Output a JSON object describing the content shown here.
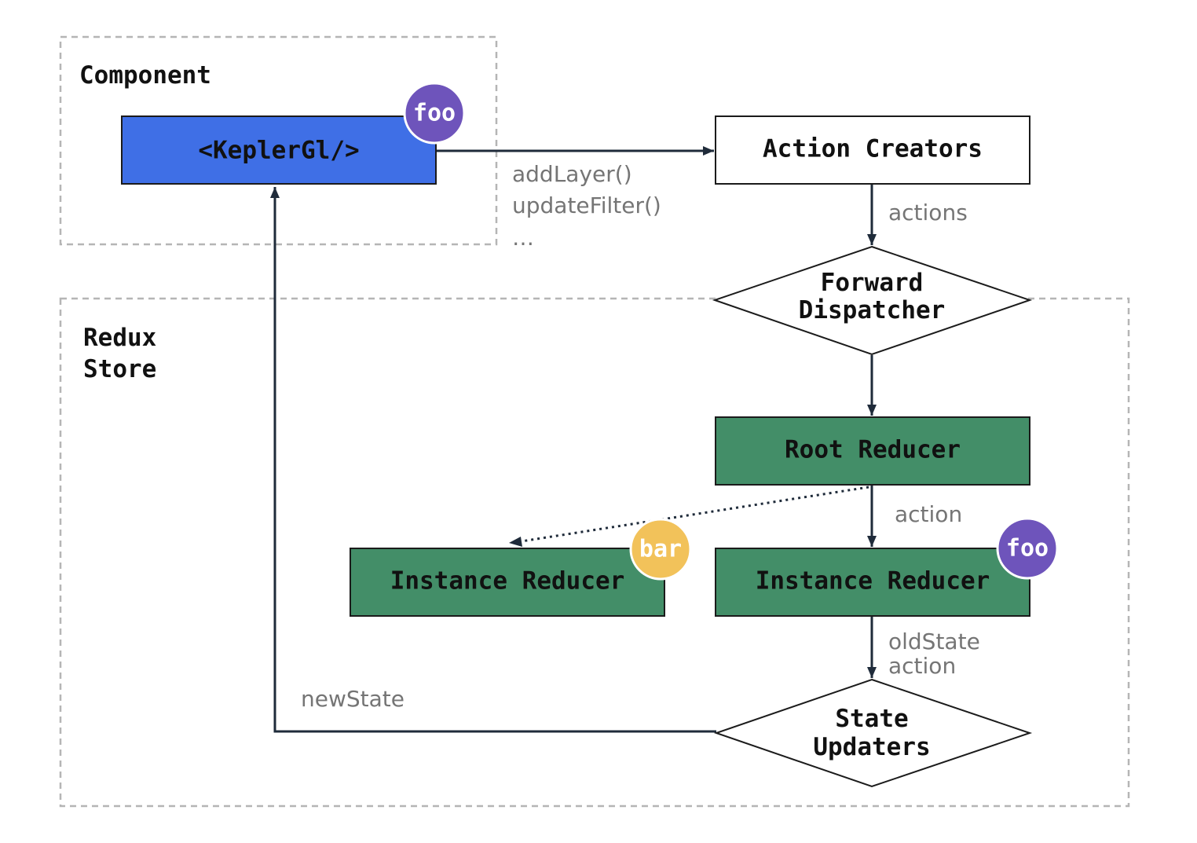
{
  "regions": {
    "component": {
      "label": "Component"
    },
    "redux_store": {
      "label_line1": "Redux",
      "label_line2": "Store"
    }
  },
  "nodes": {
    "keplergl": {
      "label": "<KeplerGl/>",
      "badge": "foo"
    },
    "action_creators": {
      "label": "Action Creators"
    },
    "forward_dispatcher": {
      "label_line1": "Forward",
      "label_line2": "Dispatcher"
    },
    "root_reducer": {
      "label": "Root Reducer"
    },
    "instance_reducer_bar": {
      "label": "Instance Reducer",
      "badge": "bar"
    },
    "instance_reducer_foo": {
      "label": "Instance Reducer",
      "badge": "foo"
    },
    "state_updaters": {
      "label_line1": "State",
      "label_line2": "Updaters"
    }
  },
  "edges": {
    "component_to_actions": {
      "line1": "addLayer()",
      "line2": "updateFilter()",
      "line3": "…"
    },
    "creators_to_dispatcher": {
      "label": "actions"
    },
    "root_to_instance": {
      "label": "action"
    },
    "instance_to_updaters": {
      "line1": "oldState",
      "line2": "action"
    },
    "updaters_to_component": {
      "label": "newState"
    }
  },
  "colors": {
    "component_fill": "#3f6fe6",
    "reducer_fill": "#438e68",
    "badge_foo": "#6e54bb",
    "badge_bar": "#f2c25a",
    "arrow": "#1f2b3a",
    "dashed_border": "#b5b5b5",
    "edge_label": "#757575"
  }
}
